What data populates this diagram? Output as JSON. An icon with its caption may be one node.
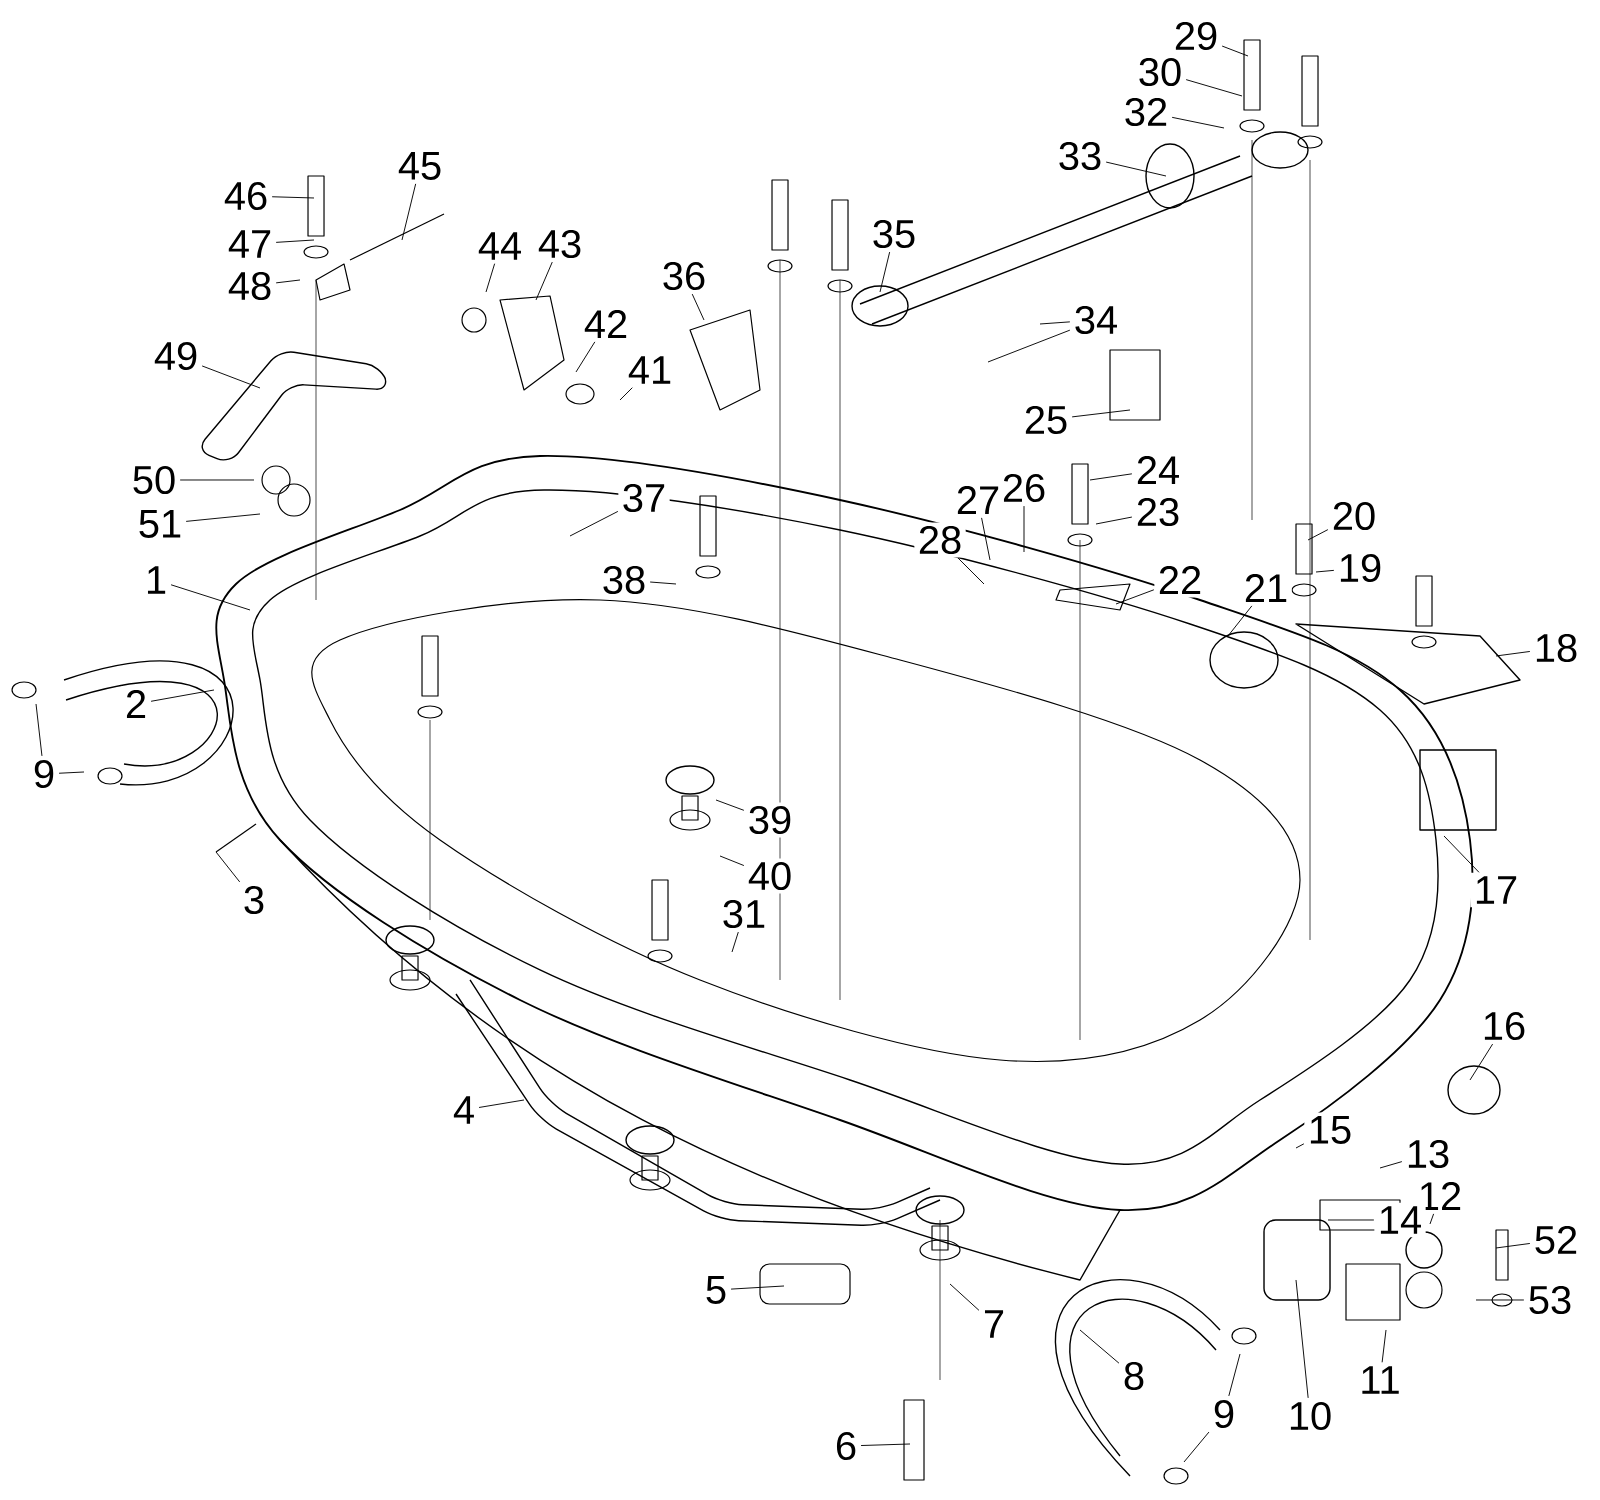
{
  "diagram": {
    "nodes": [
      {
        "text": [
          "1"
        ]
      },
      {
        "text": [
          "2"
        ]
      },
      {
        "text": [
          "3"
        ]
      },
      {
        "text": [
          "4"
        ]
      },
      {
        "text": [
          "5"
        ]
      },
      {
        "text": [
          "6"
        ]
      },
      {
        "text": [
          "7"
        ]
      },
      {
        "text": [
          "8"
        ]
      },
      {
        "text": [
          "9"
        ]
      },
      {
        "text": [
          "10"
        ]
      },
      {
        "text": [
          "11"
        ]
      },
      {
        "text": [
          "12"
        ]
      },
      {
        "text": [
          "13"
        ]
      },
      {
        "text": [
          "14"
        ]
      },
      {
        "text": [
          "15"
        ]
      },
      {
        "text": [
          "16"
        ]
      },
      {
        "text": [
          "17"
        ]
      },
      {
        "text": [
          "18"
        ]
      },
      {
        "text": [
          "19"
        ]
      },
      {
        "text": [
          "20"
        ]
      },
      {
        "text": [
          "21"
        ]
      },
      {
        "text": [
          "22"
        ]
      },
      {
        "text": [
          "23"
        ]
      },
      {
        "text": [
          "24"
        ]
      },
      {
        "text": [
          "25"
        ]
      },
      {
        "text": [
          "26"
        ]
      },
      {
        "text": [
          "27"
        ]
      },
      {
        "text": [
          "28"
        ]
      },
      {
        "text": [
          "29"
        ]
      },
      {
        "text": [
          "30"
        ]
      },
      {
        "text": [
          "31"
        ]
      },
      {
        "text": [
          "32"
        ]
      },
      {
        "text": [
          "33"
        ]
      },
      {
        "text": [
          "34"
        ]
      },
      {
        "text": [
          "35"
        ]
      },
      {
        "text": [
          "36"
        ]
      },
      {
        "text": [
          "37"
        ]
      },
      {
        "text": [
          "38"
        ]
      },
      {
        "text": [
          "39"
        ]
      },
      {
        "text": [
          "40"
        ]
      },
      {
        "text": [
          "41"
        ]
      },
      {
        "text": [
          "42"
        ]
      },
      {
        "text": [
          "43"
        ]
      },
      {
        "text": [
          "44"
        ]
      },
      {
        "text": [
          "45"
        ]
      },
      {
        "text": [
          "46"
        ]
      },
      {
        "text": [
          "47"
        ]
      },
      {
        "text": [
          "48"
        ]
      },
      {
        "text": [
          "49"
        ]
      },
      {
        "text": [
          "50"
        ]
      },
      {
        "text": [
          "51"
        ]
      },
      {
        "text": [
          "52"
        ]
      },
      {
        "text": [
          "53"
        ]
      },
      {
        "text": [
          "9"
        ]
      }
    ],
    "edges": [
      {
        "from": 0,
        "to": null,
        "arrow": "none"
      },
      {
        "from": 1,
        "to": null,
        "arrow": "none"
      },
      {
        "from": 2,
        "to": null,
        "arrow": "none"
      },
      {
        "from": 3,
        "to": null,
        "arrow": "none"
      },
      {
        "from": 4,
        "to": null,
        "arrow": "none"
      },
      {
        "from": 5,
        "to": null,
        "arrow": "none"
      },
      {
        "from": 6,
        "to": null,
        "arrow": "none"
      },
      {
        "from": 7,
        "to": null,
        "arrow": "none"
      },
      {
        "from": 8,
        "to": null,
        "arrow": "none"
      },
      {
        "from": 9,
        "to": null,
        "arrow": "none"
      },
      {
        "from": 10,
        "to": null,
        "arrow": "none"
      },
      {
        "from": 11,
        "to": null,
        "arrow": "none"
      },
      {
        "from": 12,
        "to": null,
        "arrow": "none"
      },
      {
        "from": 13,
        "to": null,
        "arrow": "none"
      },
      {
        "from": 14,
        "to": null,
        "arrow": "none"
      },
      {
        "from": 15,
        "to": null,
        "arrow": "none"
      },
      {
        "from": 16,
        "to": null,
        "arrow": "none"
      },
      {
        "from": 17,
        "to": null,
        "arrow": "none"
      },
      {
        "from": 18,
        "to": null,
        "arrow": "none"
      },
      {
        "from": 19,
        "to": null,
        "arrow": "none"
      },
      {
        "from": 20,
        "to": null,
        "arrow": "none"
      },
      {
        "from": 21,
        "to": null,
        "arrow": "none"
      },
      {
        "from": 22,
        "to": null,
        "arrow": "none"
      },
      {
        "from": 23,
        "to": null,
        "arrow": "none"
      },
      {
        "from": 24,
        "to": null,
        "arrow": "none"
      },
      {
        "from": 25,
        "to": null,
        "arrow": "none"
      },
      {
        "from": 26,
        "to": null,
        "arrow": "none"
      },
      {
        "from": 27,
        "to": null,
        "arrow": "none"
      },
      {
        "from": 28,
        "to": null,
        "arrow": "none"
      },
      {
        "from": 29,
        "to": null,
        "arrow": "none"
      },
      {
        "from": 30,
        "to": null,
        "arrow": "none"
      },
      {
        "from": 31,
        "to": null,
        "arrow": "none"
      },
      {
        "from": 32,
        "to": null,
        "arrow": "none"
      },
      {
        "from": 33,
        "to": null,
        "arrow": "none"
      },
      {
        "from": 34,
        "to": null,
        "arrow": "none"
      },
      {
        "from": 35,
        "to": null,
        "arrow": "none"
      },
      {
        "from": 36,
        "to": null,
        "arrow": "none"
      },
      {
        "from": 37,
        "to": null,
        "arrow": "none"
      },
      {
        "from": 38,
        "to": null,
        "arrow": "none"
      },
      {
        "from": 39,
        "to": null,
        "arrow": "none"
      },
      {
        "from": 40,
        "to": null,
        "arrow": "none"
      },
      {
        "from": 41,
        "to": null,
        "arrow": "none"
      },
      {
        "from": 42,
        "to": null,
        "arrow": "none"
      },
      {
        "from": 43,
        "to": null,
        "arrow": "none"
      },
      {
        "from": 44,
        "to": null,
        "arrow": "none"
      },
      {
        "from": 45,
        "to": null,
        "arrow": "none"
      },
      {
        "from": 46,
        "to": null,
        "arrow": "none"
      },
      {
        "from": 47,
        "to": null,
        "arrow": "none"
      },
      {
        "from": 48,
        "to": null,
        "arrow": "none"
      },
      {
        "from": 49,
        "to": null,
        "arrow": "none"
      },
      {
        "from": 50,
        "to": null,
        "arrow": "none"
      },
      {
        "from": 51,
        "to": null,
        "arrow": "none"
      },
      {
        "from": 52,
        "to": null,
        "arrow": "none"
      },
      {
        "from": 8,
        "to": null,
        "arrow": "none"
      },
      {
        "from": 53,
        "to": null,
        "arrow": "none"
      },
      {
        "from": 53,
        "to": null,
        "arrow": "none"
      },
      {
        "from": 33,
        "to": null,
        "arrow": "none"
      }
    ]
  }
}
